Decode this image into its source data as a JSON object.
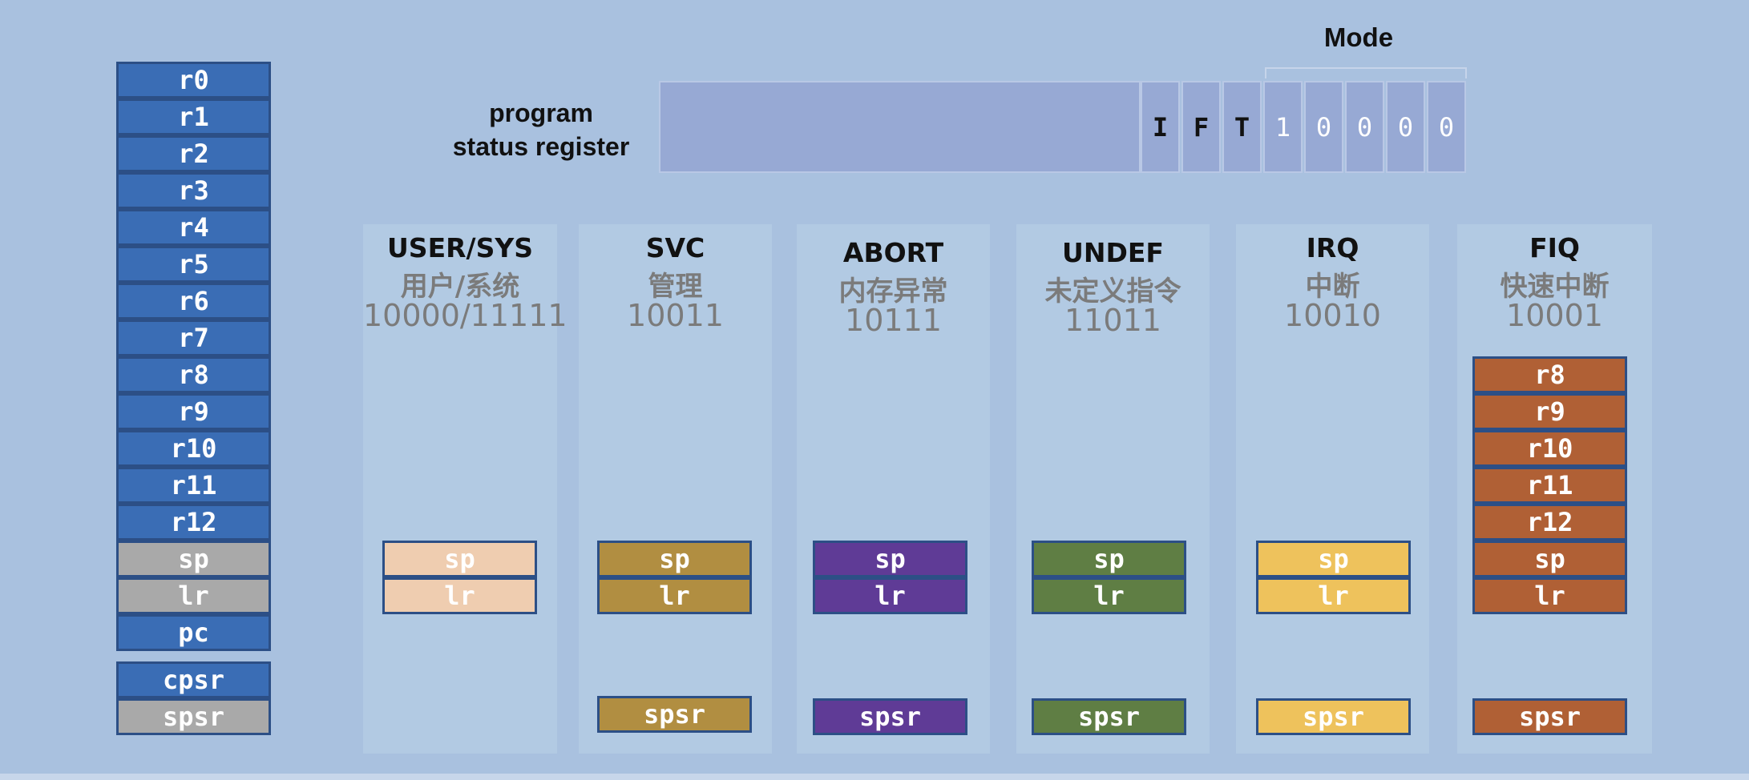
{
  "main_registers": [
    "r0",
    "r1",
    "r2",
    "r3",
    "r4",
    "r5",
    "r6",
    "r7",
    "r8",
    "r9",
    "r10",
    "r11",
    "r12",
    "sp",
    "lr",
    "pc"
  ],
  "status_registers": [
    "cpsr",
    "spsr"
  ],
  "psr": {
    "label_line1": "program",
    "label_line2": "status register",
    "mode_label": "Mode",
    "flags": [
      "I",
      "F",
      "T"
    ],
    "mode_bits": [
      "1",
      "0",
      "0",
      "0",
      "0"
    ]
  },
  "modes": [
    {
      "title": "USER/SYS",
      "cn": "用户/系统",
      "code": "10000/11111",
      "regs": [
        "sp",
        "lr"
      ],
      "spsr": null,
      "color": "#efcdb0"
    },
    {
      "title": "SVC",
      "cn": "管理",
      "code": "10011",
      "regs": [
        "sp",
        "lr"
      ],
      "spsr": "spsr",
      "color": "#b18e41"
    },
    {
      "title": "ABORT",
      "cn": "内存异常",
      "code": "10111",
      "regs": [
        "sp",
        "lr"
      ],
      "spsr": "spsr",
      "color": "#5f3b96"
    },
    {
      "title": "UNDEF",
      "cn": "未定义指令",
      "code": "11011",
      "regs": [
        "sp",
        "lr"
      ],
      "spsr": "spsr",
      "color": "#5f7e44"
    },
    {
      "title": "IRQ",
      "cn": "中断",
      "code": "10010",
      "regs": [
        "sp",
        "lr"
      ],
      "spsr": "spsr",
      "color": "#eec25c"
    },
    {
      "title": "FIQ",
      "cn": "快速中断",
      "code": "10001",
      "regs": [
        "r8",
        "r9",
        "r10",
        "r11",
        "r12",
        "sp",
        "lr"
      ],
      "spsr": "spsr",
      "color": "#b06035"
    }
  ],
  "colors": {
    "background": "#a9c1df",
    "main_register": "#3a6db5",
    "banked_main_register": "#a9a9a9",
    "psr_field": "#97a9d4",
    "panel": "#b2cae3"
  }
}
